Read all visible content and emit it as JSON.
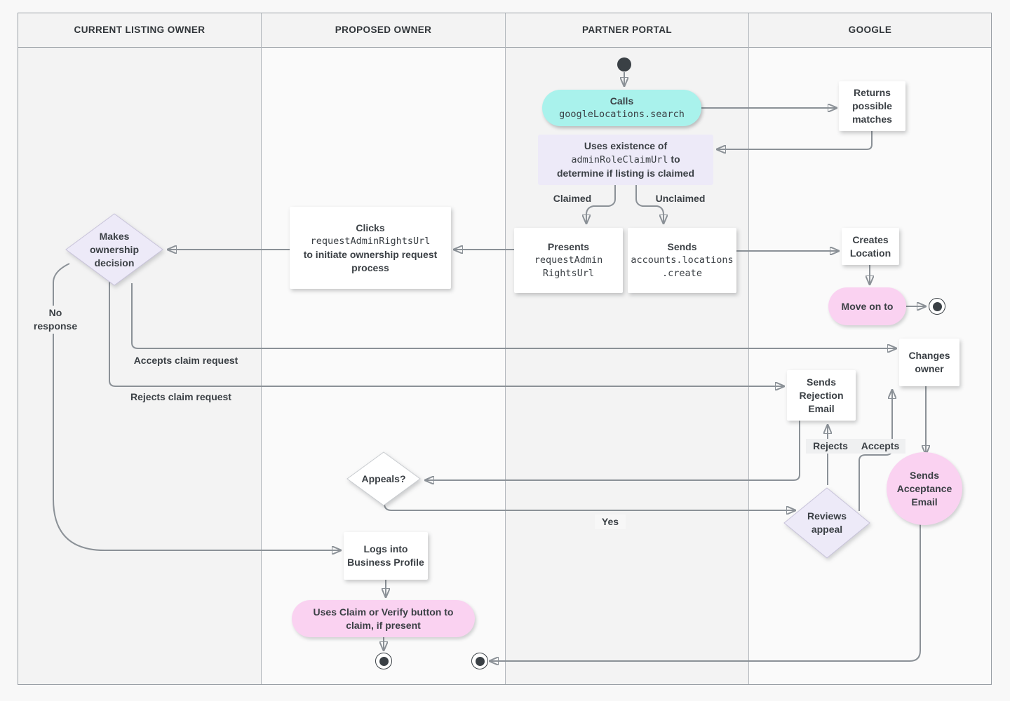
{
  "lanes": [
    {
      "label": "CURRENT LISTING OWNER"
    },
    {
      "label": "PROPOSED OWNER"
    },
    {
      "label": "PARTNER PORTAL"
    },
    {
      "label": "GOOGLE"
    }
  ],
  "nodes": {
    "calls": {
      "title": "Calls",
      "code": "googleLocations.search"
    },
    "returns_matches": {
      "label": "Returns possible matches"
    },
    "uses_existence": {
      "pre": "Uses existence of",
      "code": "adminRoleClaimUrl",
      "mid": " to",
      "post": "determine if listing is claimed"
    },
    "presents": {
      "title": "Presents",
      "code_lines": [
        "requestAdmin",
        "RightsUrl"
      ]
    },
    "sends_create": {
      "title": "Sends",
      "code_lines": [
        "accounts.locations",
        ".create"
      ]
    },
    "clicks": {
      "title": "Clicks",
      "code": "requestAdminRightsUrl",
      "post": "to initiate ownership request process"
    },
    "makes_decision": {
      "label": "Makes ownership decision"
    },
    "creates_location": {
      "label": "Creates Location"
    },
    "move_on_to": {
      "label": "Move on to"
    },
    "changes_owner": {
      "label": "Changes owner"
    },
    "sends_rejection": {
      "label": "Sends Rejection Email"
    },
    "appeals": {
      "label": "Appeals?"
    },
    "reviews_appeal": {
      "label": "Reviews appeal"
    },
    "sends_acceptance": {
      "label": "Sends Acceptance Email"
    },
    "logs_into": {
      "label": "Logs into Business Profile"
    },
    "uses_claim": {
      "label": "Uses Claim or Verify button to claim, if present"
    }
  },
  "edge_labels": {
    "claimed": "Claimed",
    "unclaimed": "Unclaimed",
    "no_response": "No response",
    "accepts_claim": "Accepts claim request",
    "rejects_claim": "Rejects claim request",
    "rejects": "Rejects",
    "accepts": "Accepts",
    "yes": "Yes"
  },
  "colors": {
    "teal": "#a9f2ec",
    "pink": "#fad2f1",
    "lavender": "#edeaf8",
    "node_white": "#ffffff",
    "line": "#8b9197",
    "arrow": "#75797e",
    "text": "#3b4045",
    "lane_dark": "#f3f3f3",
    "lane_light": "#fafafa",
    "border": "#9aa0a6"
  }
}
